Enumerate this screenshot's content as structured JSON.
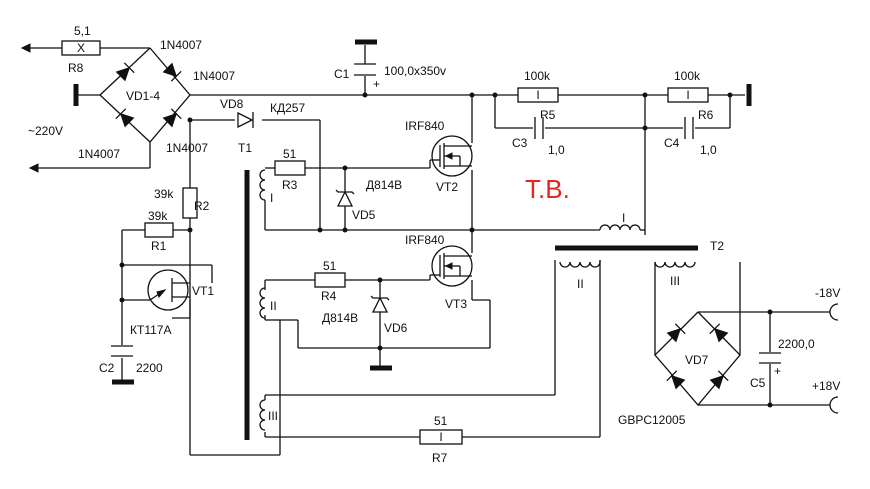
{
  "colors": {
    "ink": "#111111",
    "accent": "#e8241c",
    "background": "#ffffff"
  },
  "inputs": {
    "mains": "~220V",
    "minus": "-18V",
    "plus": "+18V"
  },
  "title": "T.B.",
  "components": {
    "r8": {
      "ref": "R8",
      "value": "5,1"
    },
    "bridge": {
      "ref": "VD1-4",
      "diode_top_left": "1N4007",
      "diode_top_right": "1N4007",
      "diode_bottom_left": "1N4007",
      "diode_bottom_right": "1N4007"
    },
    "c1": {
      "ref": "C1",
      "value": "100,0x350v"
    },
    "r5": {
      "ref": "R5",
      "value": "100k"
    },
    "r6": {
      "ref": "R6",
      "value": "100k"
    },
    "c3": {
      "ref": "C3",
      "value": "1,0"
    },
    "c4": {
      "ref": "C4",
      "value": "1,0"
    },
    "vd8": {
      "ref": "VD8",
      "value": "КД257"
    },
    "t1": {
      "ref": "T1",
      "winding1": "I",
      "winding2": "II",
      "winding3": "III"
    },
    "r3": {
      "ref": "R3",
      "value": "51"
    },
    "r4": {
      "ref": "R4",
      "value": "51"
    },
    "r7": {
      "ref": "R7",
      "value": "51"
    },
    "vd5": {
      "ref": "VD5",
      "value": "Д814В"
    },
    "vd6": {
      "ref": "VD6",
      "value": "Д814В"
    },
    "vt2": {
      "ref": "VT2",
      "type": "IRF840"
    },
    "vt3": {
      "ref": "VT3",
      "type": "IRF840"
    },
    "r1": {
      "ref": "R1",
      "value": "39k"
    },
    "r2": {
      "ref": "R2",
      "value": "39k"
    },
    "vt1": {
      "ref": "VT1",
      "type": "КТ117А"
    },
    "c2": {
      "ref": "C2",
      "value": "2200"
    },
    "t2": {
      "ref": "T2",
      "winding1": "I",
      "winding2": "II",
      "winding3": "III"
    },
    "vd7": {
      "ref": "VD7",
      "type": "GBPC12005"
    },
    "c5": {
      "ref": "C5",
      "value": "2200,0"
    }
  },
  "symbols": {
    "resistor_mark": "I",
    "fuse_mark": "X",
    "polarity_plus": "+"
  }
}
